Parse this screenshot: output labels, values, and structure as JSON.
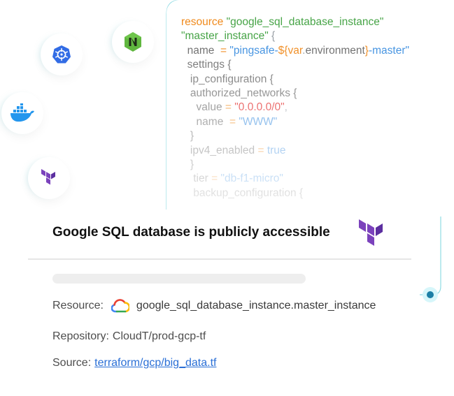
{
  "code": {
    "line1_kw": "resource",
    "line1_str": "\"google_sql_database_instance\"",
    "line2_str": "\"master_instance\"",
    "line2_brace": "{",
    "name_key": "name",
    "name_eq": "=",
    "name_q1": "\"pingsafe-",
    "name_interp_open": "${",
    "name_var": "var",
    "name_dot": ".",
    "name_env": "environment",
    "name_interp_close": "}",
    "name_q2": "-master\"",
    "settings_key": "settings {",
    "ipconf_key": "ip_configuration {",
    "authnet_key": "authorized_networks {",
    "value_key": "value",
    "value_eq": "=",
    "value_str": "\"0.0.0.0/0\"",
    "value_comma": ",",
    "name2_key": "name",
    "name2_eq": "=",
    "name2_str": "\"WWW\"",
    "close1": "}",
    "ipv4_key": "ipv4_enabled",
    "ipv4_eq": "=",
    "ipv4_val": "true",
    "close2": "}",
    "tier_key": "tier",
    "tier_eq": "=",
    "tier_str": "\"db-f1-micro\"",
    "backup_key": "backup_configuration {"
  },
  "finding": {
    "title": "Google SQL database is publicly accessible",
    "resource_label": "Resource:",
    "resource_value": "google_sql_database_instance.master_instance",
    "repository_label": "Repository:",
    "repository_value": "CloudT/prod-gcp-tf",
    "source_label": "Source:",
    "source_value": "terraform/gcp/big_data.tf"
  },
  "icons": [
    "kubernetes-icon",
    "nomad-icon",
    "docker-icon",
    "terraform-icon",
    "google-cloud-icon"
  ],
  "colors": {
    "terraform": "#7b42bc",
    "kubernetes": "#326ce5",
    "docker": "#2496ed",
    "nomad": "#60b73f",
    "link": "#2a6fd6",
    "keyword": "#f08a1c",
    "string": "#47a447",
    "value": "#3d8fe0",
    "danger": "#e11b1b",
    "accent_line": "#4fc6d6"
  }
}
